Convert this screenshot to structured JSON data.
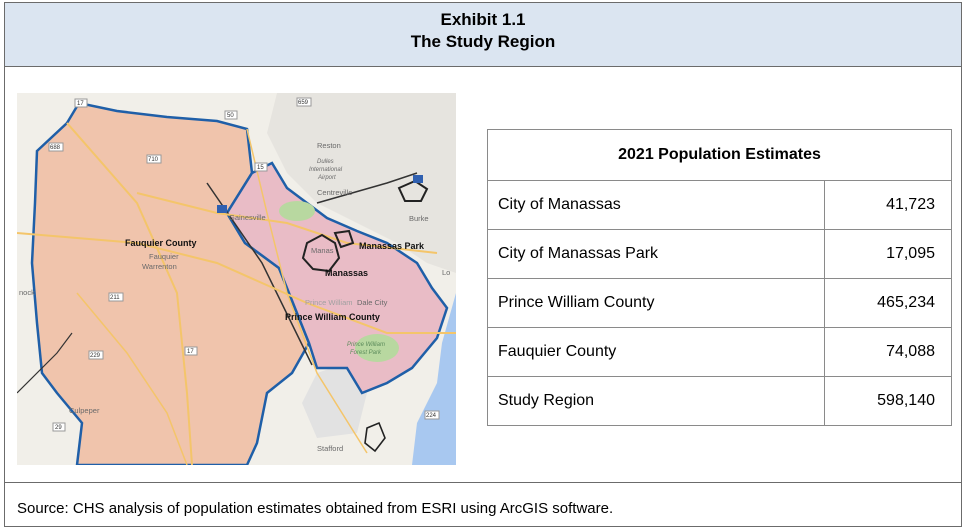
{
  "exhibit": {
    "number": "Exhibit 1.1",
    "title": "The Study Region"
  },
  "map": {
    "labels": {
      "fauquier_county": "Fauquier County",
      "prince_william_county": "Prince William County",
      "manassas": "Manassas",
      "manassas_park": "Manassas Park",
      "fauquier": "Fauquier",
      "warrenton": "Warrenton",
      "gainesville": "Gainesville",
      "centreville": "Centreville",
      "burke": "Burke",
      "reston": "Reston",
      "dulles": "Dulles",
      "international": "International",
      "airport": "Airport",
      "dale_city": "Dale City",
      "prince_william_faint": "Prince William",
      "prince_william_forest": "Prince William",
      "forest_park": "Forest Park",
      "culpeper": "Culpeper",
      "stafford": "Stafford",
      "nock": "nock",
      "lo": "Lo",
      "manassas_faint": "Manas"
    },
    "shields": {
      "r17_top": "17",
      "r50": "50",
      "r659": "659",
      "r688": "688",
      "r710": "710",
      "r15": "15",
      "r211": "211",
      "r17_mid": "17",
      "r229": "229",
      "r29": "29",
      "r224": "224"
    }
  },
  "table": {
    "heading": "2021 Population Estimates",
    "rows": [
      {
        "name": "City of Manassas",
        "value": "41,723"
      },
      {
        "name": "City of Manassas Park",
        "value": "17,095"
      },
      {
        "name": "Prince William County",
        "value": "465,234"
      },
      {
        "name": "Fauquier County",
        "value": "74,088"
      },
      {
        "name": "Study Region",
        "value": "598,140"
      }
    ]
  },
  "source": "Source: CHS analysis of population estimates obtained from ESRI using ArcGIS software.",
  "colors": {
    "header_bg": "#dbe5f1",
    "boundary": "#1f5fa8",
    "fauquier_fill": "#f0c0a8",
    "pw_fill": "#e8b8c2",
    "water": "#a8c8f0",
    "park": "#b8d8a0"
  }
}
